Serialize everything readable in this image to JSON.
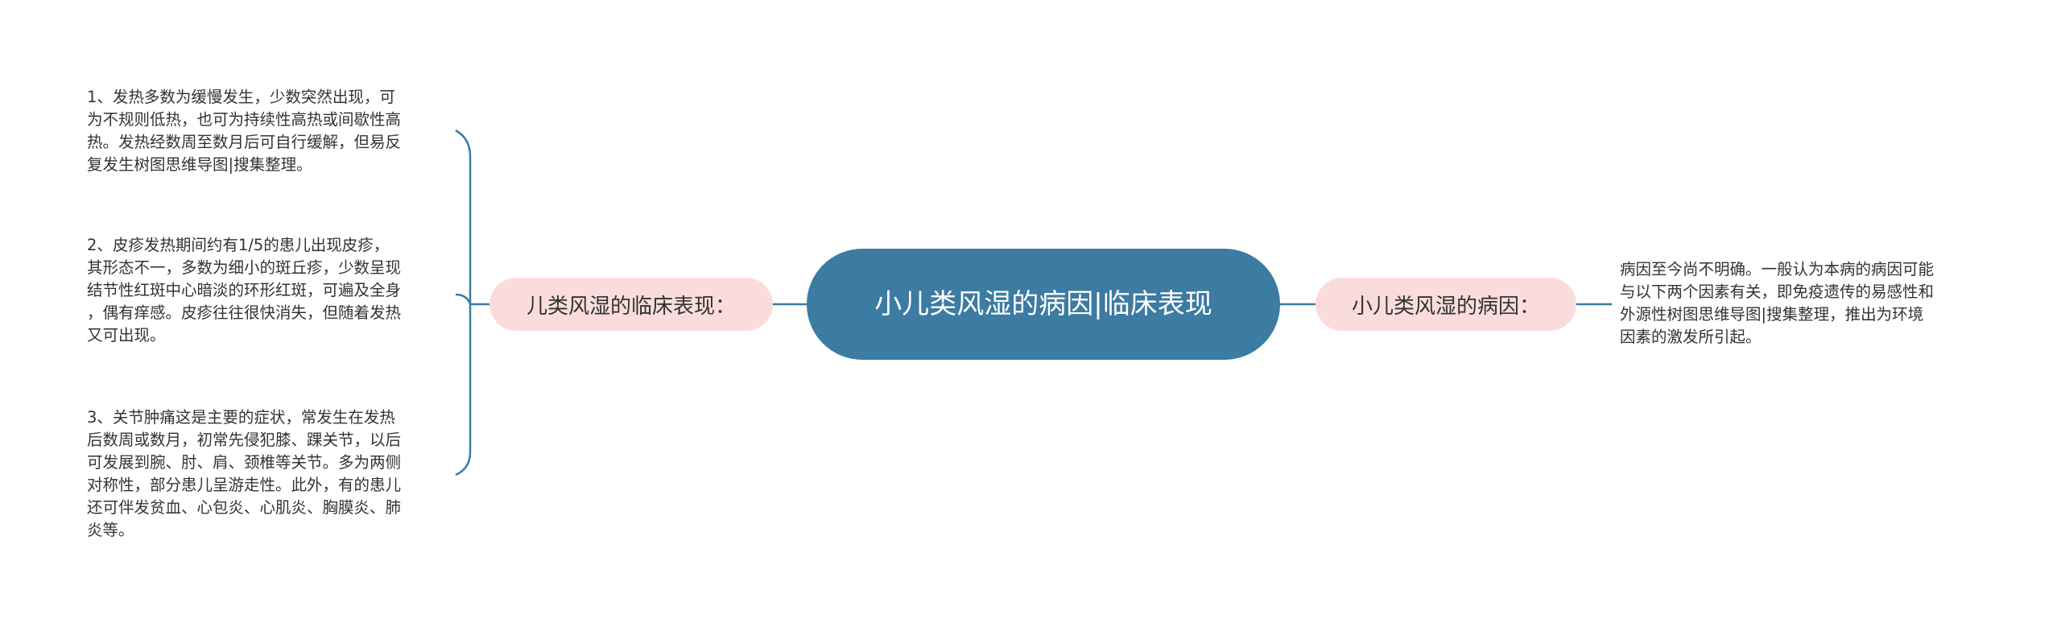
{
  "mindmap": {
    "central_topic": "小儿类风湿的病因|临床表现",
    "left_branch": {
      "label": "儿类风湿的临床表现：",
      "items": [
        {
          "text": "1、发热多数为缓慢发生，少数突然出现，可\n为不规则低热，也可为持续性高热或间歇性高\n热。发热经数周至数月后可自行缓解，但易反\n复发生树图思维导图|搜集整理。"
        },
        {
          "text": "2、皮疹发热期间约有1/5的患儿出现皮疹，\n其形态不一，多数为细小的斑丘疹，少数呈现\n结节性红斑中心暗淡的环形红斑，可遍及全身\n，偶有痒感。皮疹往往很快消失，但随着发热\n又可出现。"
        },
        {
          "text": "3、关节肿痛这是主要的症状，常发生在发热\n后数周或数月，初常先侵犯膝、踝关节，以后\n可发展到腕、肘、肩、颈椎等关节。多为两侧\n对称性，部分患儿呈游走性。此外，有的患儿\n还可伴发贫血、心包炎、心肌炎、胸膜炎、肺\n炎等。"
        }
      ]
    },
    "right_branch": {
      "label": "小儿类风湿的病因：",
      "items": [
        {
          "text": "病因至今尚不明确。一般认为本病的病因可能\n与以下两个因素有关，即免疫遗传的易感性和\n外源性树图思维导图|搜集整理，推出为环境\n因素的激发所引起。"
        }
      ]
    }
  },
  "colors": {
    "central_fill": "#3c7ba2",
    "central_text": "#ffffff",
    "branch_fill": "#fbdcdc",
    "connector": "#3c7ba2",
    "leaf_text": "#333333"
  }
}
